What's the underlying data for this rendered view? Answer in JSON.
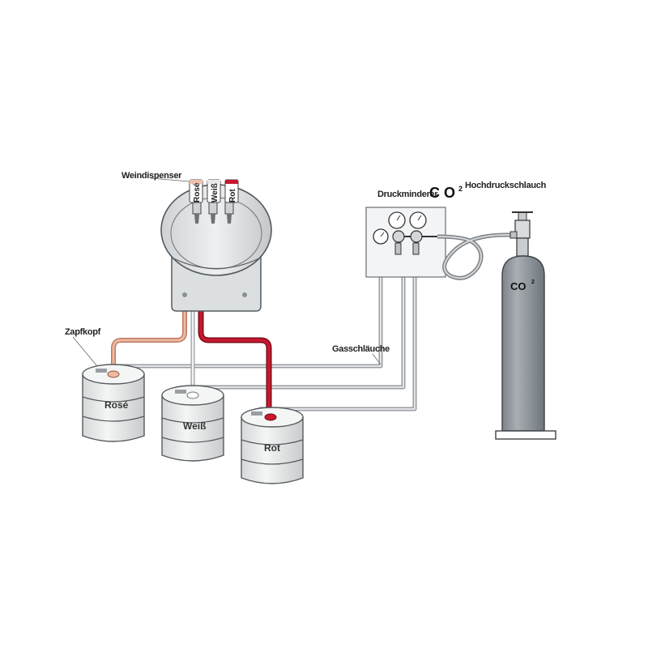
{
  "labels": {
    "dispenser": "Weindispenser",
    "reducer": "Druckminderer",
    "co2_main": "C O",
    "co2_main_sup": "2",
    "high_pressure_hose": "Hochdruckschlauch",
    "tap_head": "Zapfkopf",
    "gas_hoses": "Gasschläuche",
    "cylinder_co2": "CO",
    "cylinder_co2_sup": "2"
  },
  "taps": [
    {
      "label": "Rosé"
    },
    {
      "label": "Weiß"
    },
    {
      "label": "Rot"
    }
  ],
  "kegs": [
    {
      "label": "Rosé"
    },
    {
      "label": "Weiß"
    },
    {
      "label": "Rot"
    }
  ],
  "colors": {
    "rose_line": "#e8a98a",
    "white_line": "#d9d9d9",
    "red_line": "#c0152a",
    "gas_line": "#b9bcc0",
    "metal": "#c9ccd0",
    "cylinder": "#8d9499",
    "keg": "#e9eaea",
    "outline": "#555a5f"
  }
}
